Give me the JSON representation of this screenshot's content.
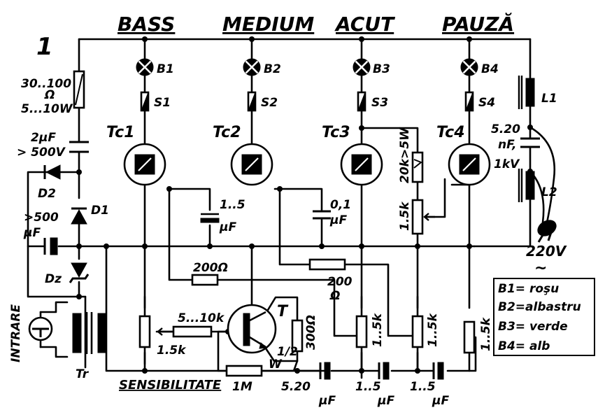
{
  "figure_number": "1",
  "sections": [
    "BASS",
    "MEDIUM",
    "ACUT",
    "PAUZĂ"
  ],
  "lamps": [
    "B1",
    "B2",
    "B3",
    "B4"
  ],
  "fuses": [
    "S1",
    "S2",
    "S3",
    "S4"
  ],
  "thyristors": [
    "Tc1",
    "Tc2",
    "Tc3",
    "Tc4"
  ],
  "inductors": [
    "L1",
    "L2"
  ],
  "labels": {
    "r_lamp_1": "30..100",
    "r_lamp_2": "Ω",
    "r_lamp_3": "5...10W",
    "c_in_1": "2μF",
    "c_in_2": "> 500V",
    "d2": "D2",
    "d1": "D1",
    "c_filter_1": ">500",
    "c_filter_2": "μF",
    "dz": "Dz",
    "c_bass_1": "1..5",
    "c_bass_2": "μF",
    "c_med_1": "0,1",
    "c_med_2": "μF",
    "r_acut": "20k>5W",
    "pot_acut": "1.5k",
    "c_lc_1": "5.20",
    "c_lc_2": "nF,",
    "c_lc_3": "1kV",
    "mains": "220V",
    "mains_sym": "~",
    "r_bass": "200Ω",
    "r_med_1": "200",
    "r_med_2": "Ω",
    "input": "INTRARE",
    "tr": "Tr",
    "pot_sens": "1.5k",
    "r_sens": "5...10k",
    "transistor": "T",
    "r_300": "300Ω",
    "half_w": "1/2",
    "w": "W",
    "r_1m": "1M",
    "sens": "SENSIBILITATE",
    "c_out_1": "5.20",
    "c_out_2": "μF",
    "c_out_3": "1..5",
    "c_out_4": "μF",
    "c_out_5": "1..5",
    "c_out_6": "μF",
    "pot_1": "1..5k",
    "pot_2": "1..5k",
    "pot_3": "1..5k"
  },
  "legend": [
    "B1= roşu",
    "B2=albastru",
    "B3= verde",
    "B4= alb"
  ]
}
